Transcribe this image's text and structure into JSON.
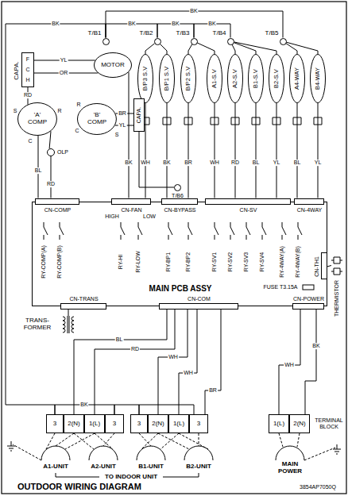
{
  "diagram": {
    "title": "OUTDOOR WIRING DIAGRAM",
    "nodes": [
      {
        "text": [
          "T/B1"
        ]
      },
      {
        "text": [
          "T/B2"
        ]
      },
      {
        "text": [
          "T/B3"
        ]
      },
      {
        "text": [
          "T/B4"
        ]
      },
      {
        "text": [
          "T/B5"
        ]
      },
      {
        "text": [
          "T/B6"
        ]
      },
      {
        "text": [
          "B/P3 S.V"
        ]
      },
      {
        "text": [
          "B/P1 S.V"
        ]
      },
      {
        "text": [
          "B/P2 S.V"
        ]
      },
      {
        "text": [
          "A1-S.V"
        ]
      },
      {
        "text": [
          "A2-S.V"
        ]
      },
      {
        "text": [
          "B1-S.V"
        ]
      },
      {
        "text": [
          "B2-S.V"
        ]
      },
      {
        "text": [
          "A4-WAY"
        ]
      },
      {
        "text": [
          "B4-WAY"
        ]
      },
      {
        "text": [
          "MOTOR"
        ]
      },
      {
        "text": [
          "'A' COMP"
        ]
      },
      {
        "text": [
          "'B' COMP"
        ]
      },
      {
        "text": [
          "CAPA."
        ]
      },
      {
        "text": [
          "CAPA."
        ]
      },
      {
        "text": [
          "OLP"
        ]
      },
      {
        "text": [
          "MAIN PCB ASSY"
        ]
      },
      {
        "text": [
          "CN-COMP"
        ],
        "in": 21
      },
      {
        "text": [
          "CN-FAN"
        ],
        "in": 21
      },
      {
        "text": [
          "CN-BYPASS"
        ],
        "in": 21
      },
      {
        "text": [
          "CN-SV"
        ],
        "in": 21
      },
      {
        "text": [
          "CN-4WAY"
        ],
        "in": 21
      },
      {
        "text": [
          "CN-TH1"
        ],
        "in": 21
      },
      {
        "text": [
          "CN-TRANS"
        ],
        "in": 21
      },
      {
        "text": [
          "CN-COM"
        ],
        "in": 21
      },
      {
        "text": [
          "CN-POWER"
        ],
        "in": 21
      },
      {
        "text": [
          "THERMISTOR"
        ]
      },
      {
        "text": [
          "TRANS- FORMER"
        ]
      },
      {
        "text": [
          "3"
        ]
      },
      {
        "text": [
          "2(N)"
        ]
      },
      {
        "text": [
          "1(L)"
        ]
      },
      {
        "text": [
          "3"
        ]
      },
      {
        "text": [
          "3"
        ]
      },
      {
        "text": [
          "2(N)"
        ]
      },
      {
        "text": [
          "1(L)"
        ]
      },
      {
        "text": [
          "3"
        ]
      },
      {
        "text": [
          "1(L)"
        ]
      },
      {
        "text": [
          "2(N)"
        ]
      }
    ],
    "edges": [
      {
        "from": 0,
        "to": 4,
        "arrow": "none",
        "label": "BK"
      },
      {
        "from": 0,
        "to": 1,
        "arrow": "none",
        "label": "BK"
      },
      {
        "from": 1,
        "to": 2,
        "arrow": "none",
        "label": "BK"
      },
      {
        "from": 2,
        "to": 3,
        "arrow": "none",
        "label": "BK"
      },
      {
        "from": 1,
        "to": 6,
        "arrow": "none"
      },
      {
        "from": 1,
        "to": 7,
        "arrow": "none"
      },
      {
        "from": 2,
        "to": 8,
        "arrow": "none"
      },
      {
        "from": 2,
        "to": 9,
        "arrow": "none"
      },
      {
        "from": 3,
        "to": 10,
        "arrow": "none"
      },
      {
        "from": 3,
        "to": 11,
        "arrow": "none"
      },
      {
        "from": 3,
        "to": 12,
        "arrow": "none"
      },
      {
        "from": 4,
        "to": 13,
        "arrow": "none"
      },
      {
        "from": 4,
        "to": 14,
        "arrow": "none"
      },
      {
        "from": 6,
        "to": 23,
        "arrow": "none",
        "label": "WH"
      },
      {
        "from": 7,
        "to": 24,
        "arrow": "none",
        "label": "BK"
      },
      {
        "from": 8,
        "to": 24,
        "arrow": "none",
        "label": "BR"
      },
      {
        "from": 9,
        "to": 25,
        "arrow": "none",
        "label": "WH"
      },
      {
        "from": 10,
        "to": 25,
        "arrow": "none",
        "label": "RD"
      },
      {
        "from": 11,
        "to": 25,
        "arrow": "none",
        "label": "BL"
      },
      {
        "from": 12,
        "to": 25,
        "arrow": "none",
        "label": "YL"
      },
      {
        "from": 13,
        "to": 26,
        "arrow": "none",
        "label": "BL"
      },
      {
        "from": 14,
        "to": 26,
        "arrow": "none",
        "label": "YL"
      },
      {
        "from": 15,
        "to": 18,
        "arrow": "none",
        "label": "YL"
      },
      {
        "from": 15,
        "to": 18,
        "arrow": "none",
        "label": "OR"
      },
      {
        "from": 18,
        "to": 16,
        "arrow": "none",
        "label": "RD"
      },
      {
        "from": 16,
        "to": 20,
        "arrow": "none"
      },
      {
        "from": 20,
        "to": 22,
        "arrow": "none",
        "label": "RD"
      },
      {
        "from": 16,
        "to": 22,
        "arrow": "none",
        "label": "BL"
      },
      {
        "from": 17,
        "to": 19,
        "arrow": "none",
        "label": "BR"
      },
      {
        "from": 17,
        "to": 19,
        "arrow": "none",
        "label": "YL"
      },
      {
        "from": 19,
        "to": 5,
        "arrow": "none"
      },
      {
        "from": 15,
        "to": 23,
        "arrow": "none",
        "label": "BK"
      },
      {
        "from": 0,
        "to": 33,
        "arrow": "none",
        "label": "BK"
      },
      {
        "from": 29,
        "to": 34,
        "arrow": "none",
        "label": "BL"
      },
      {
        "from": 29,
        "to": 35,
        "arrow": "none",
        "label": "RD"
      },
      {
        "from": 29,
        "to": 38,
        "arrow": "none",
        "label": "WH"
      },
      {
        "from": 29,
        "to": 39,
        "arrow": "none",
        "label": "WH"
      },
      {
        "from": 29,
        "to": 40,
        "arrow": "none",
        "label": "BR"
      },
      {
        "from": 33,
        "to": 36,
        "arrow": "none",
        "label": "BK"
      },
      {
        "from": 36,
        "to": 37,
        "arrow": "none"
      },
      {
        "from": 37,
        "to": 40,
        "arrow": "none"
      },
      {
        "from": 30,
        "to": 41,
        "arrow": "none",
        "label": "WH"
      },
      {
        "from": 30,
        "to": 42,
        "arrow": "none",
        "label": "BK"
      },
      {
        "from": 28,
        "to": 32,
        "arrow": "none"
      },
      {
        "from": 27,
        "to": 31,
        "arrow": "none"
      }
    ],
    "labels": [
      "F",
      "C",
      "H",
      "S",
      "R",
      "C",
      "R",
      "C",
      "S",
      "HIGH",
      "LOW",
      "RY-COMP(A)",
      "RY-COMP(B)",
      "RY-HI",
      "RY-LOW",
      "RY-BP1",
      "RY-BP2",
      "RY-SV1",
      "RY-SV2",
      "RY-SV3",
      "RY-SV4",
      "RY-4WAY(A)",
      "RY-4WAY(B)",
      "FUSE T3.15A",
      "TERMINAL BLOCK",
      "A1-UNIT",
      "A2-UNIT",
      "B1-UNIT",
      "B2-UNIT",
      "MAIN POWER",
      "TO INDOOR UNIT",
      "3854AP7050Q"
    ]
  }
}
